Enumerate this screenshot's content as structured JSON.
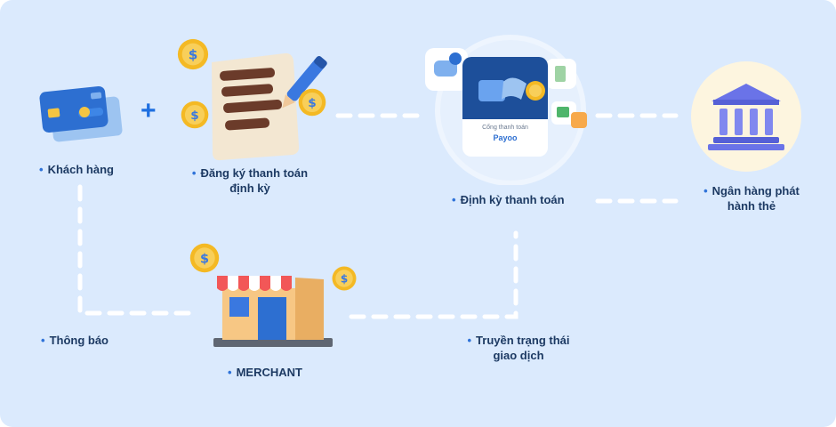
{
  "nodes": {
    "customer": {
      "label": "Khách hàng"
    },
    "register": {
      "label": "Đăng ký thanh toán",
      "label2": "định kỳ"
    },
    "recurring": {
      "label": "Định kỳ thanh toán"
    },
    "bank": {
      "label": "Ngân hàng phát",
      "label2": "hành thẻ"
    },
    "notify": {
      "label": "Thông báo"
    },
    "merchant": {
      "label": "MERCHANT"
    },
    "status": {
      "label": "Truyền trạng thái",
      "label2": "giao dịch"
    }
  },
  "gateway_card": {
    "caption": "Cổng thanh toán",
    "brand": "Payoo"
  },
  "plus_symbol": "+",
  "bullet": "•",
  "coin_symbol": "$",
  "colors": {
    "background": "#dbeafd",
    "connector": "#ffffff",
    "label": "#1d3a63",
    "bullet": "#2f73d9",
    "plus": "#1e6fe0",
    "coin": "#f4b924",
    "card": "#2d6fd1",
    "gateway": "#1d4f9a",
    "bank_bg": "#fdf5df",
    "bank_icon": "#6a73e8"
  }
}
